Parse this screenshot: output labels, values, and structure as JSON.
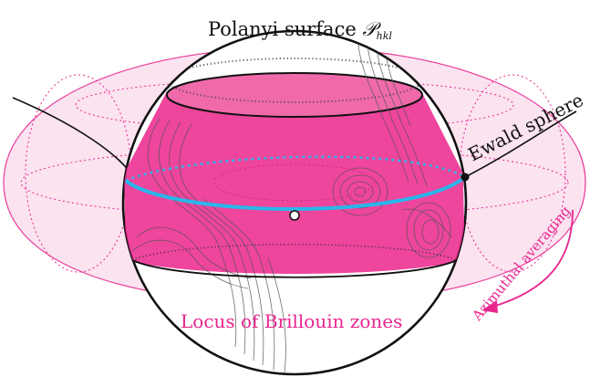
{
  "labels": {
    "polanyi_prefix": "Polanyi surface",
    "polanyi_symbol": "𝒫",
    "polanyi_subscript": "hkl",
    "ewald": "Ewald sphere",
    "locus": "Locus of Brillouin zones",
    "azimuthal": "Azimuthal averaging"
  },
  "colors": {
    "magenta": "#e8268f",
    "magenta_fill": "#ec2b8f",
    "magenta_light": "#f9c7e1",
    "cyan": "#29b6ea",
    "black": "#111111",
    "contour": "#555555"
  }
}
